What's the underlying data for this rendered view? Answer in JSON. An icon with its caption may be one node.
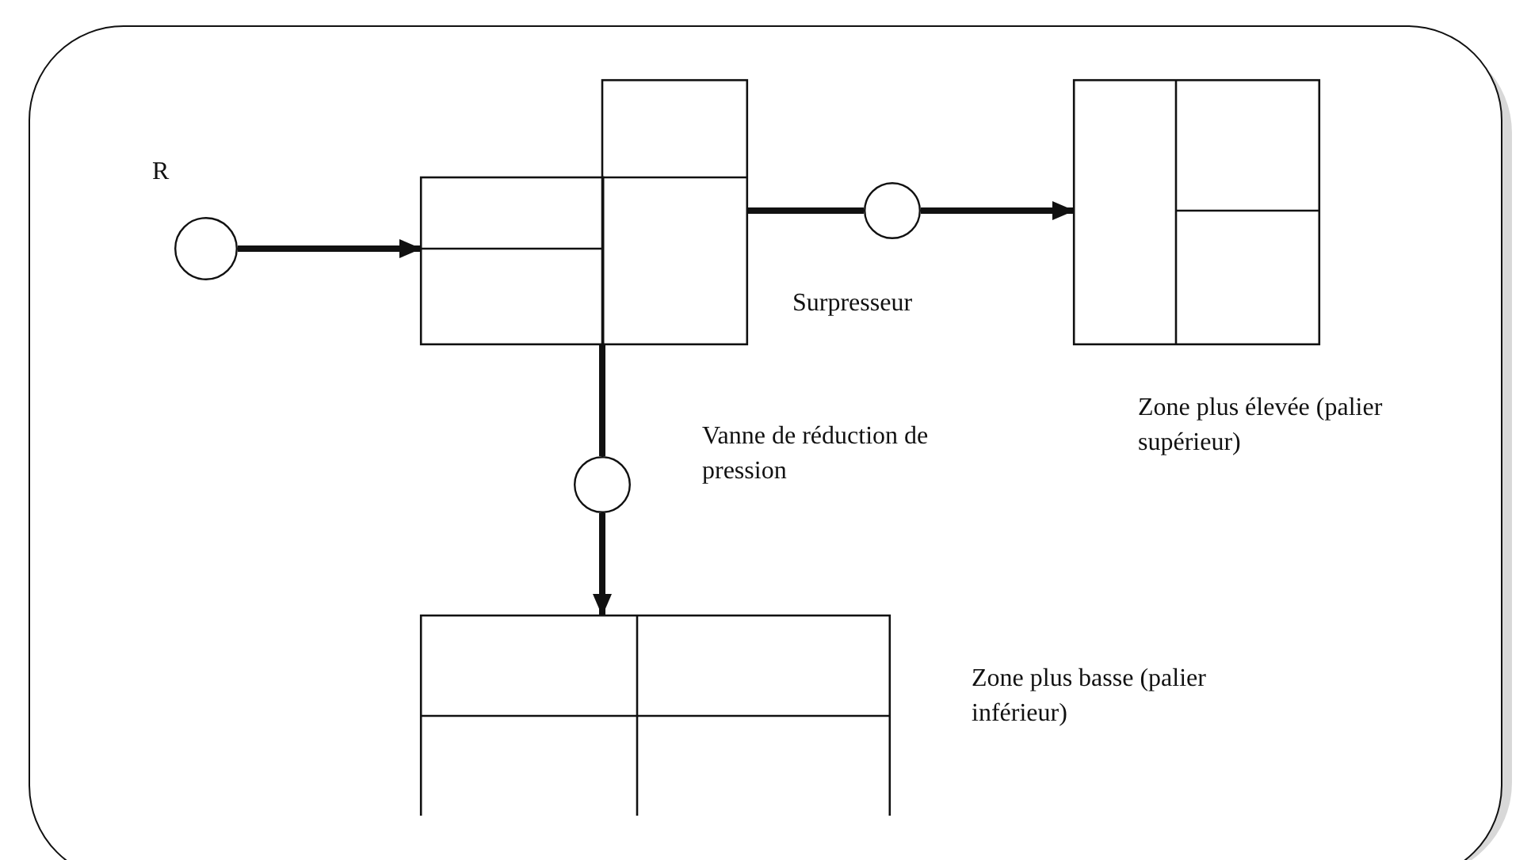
{
  "diagram": {
    "nodes": [
      {
        "text": [],
        "shape": "circle",
        "beside": [
          "R"
        ]
      },
      {
        "text": [],
        "shape": "box"
      },
      {
        "text": [],
        "shape": "circle",
        "beside": [
          "Surpresseur"
        ]
      },
      {
        "text": [],
        "shape": "box",
        "beside": [
          "Zone plus élevée (palier supérieur)"
        ]
      },
      {
        "text": [],
        "shape": "circle",
        "beside": [
          "Vanne de réduction de pression"
        ]
      },
      {
        "text": [],
        "shape": "box",
        "beside": [
          "Zone plus basse (palier inférieur)"
        ]
      }
    ],
    "edges": [
      {
        "from": 0,
        "to": 1,
        "arrow": "to"
      },
      {
        "from": 1,
        "to": 2,
        "arrow": "none"
      },
      {
        "from": 2,
        "to": 3,
        "arrow": "to"
      },
      {
        "from": 1,
        "to": 4,
        "arrow": "none"
      },
      {
        "from": 4,
        "to": 5,
        "arrow": "to"
      }
    ]
  }
}
